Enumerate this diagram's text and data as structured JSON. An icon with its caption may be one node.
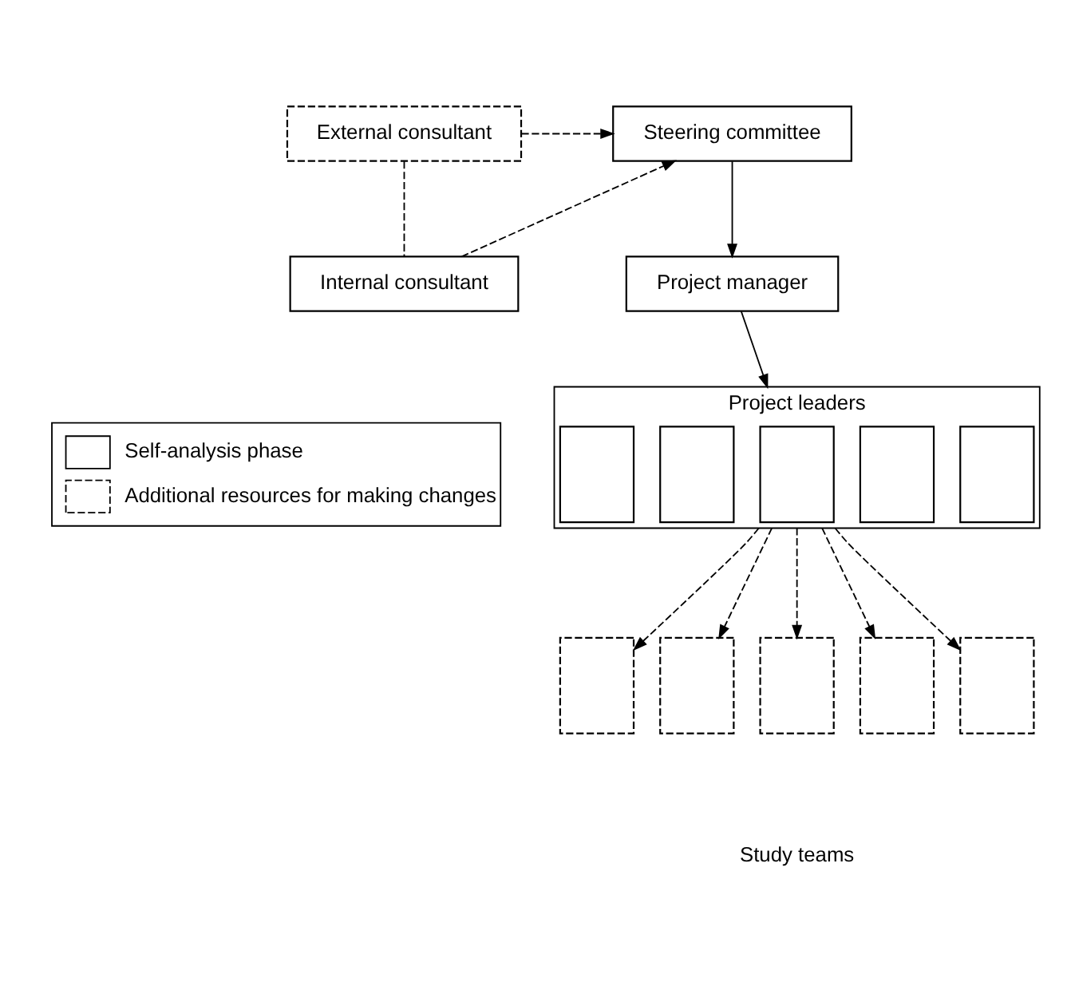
{
  "diagram": {
    "nodes": [
      {
        "text": [
          "Steering committee"
        ]
      },
      {
        "text": [
          "External consultant"
        ]
      },
      {
        "text": [
          "Internal consultant"
        ]
      },
      {
        "text": [
          "Project manager"
        ]
      },
      {
        "text": [
          "Project leaders"
        ]
      },
      {
        "text": [],
        "shape": "box",
        "in": 4
      },
      {
        "text": [],
        "shape": "box",
        "in": 4
      },
      {
        "text": [],
        "shape": "box",
        "in": 4
      },
      {
        "text": [],
        "shape": "box",
        "in": 4
      },
      {
        "text": [],
        "shape": "box",
        "in": 4
      },
      {
        "text": [],
        "shape": "box"
      },
      {
        "text": [],
        "shape": "box"
      },
      {
        "text": [],
        "shape": "box"
      },
      {
        "text": [],
        "shape": "box"
      },
      {
        "text": [],
        "shape": "box"
      }
    ],
    "edges": [
      {
        "from": 1,
        "to": 0,
        "arrow": "to",
        "style": "dashed"
      },
      {
        "from": 2,
        "to": 0,
        "arrow": "to",
        "style": "dashed"
      },
      {
        "from": 1,
        "to": 2,
        "arrow": "none",
        "style": "dashed"
      },
      {
        "from": 0,
        "to": 3,
        "arrow": "to"
      },
      {
        "from": 3,
        "to": 4,
        "arrow": "to"
      },
      {
        "from": 4,
        "to": 10,
        "arrow": "to",
        "style": "dashed"
      },
      {
        "from": 4,
        "to": 11,
        "arrow": "to",
        "style": "dashed"
      },
      {
        "from": 4,
        "to": 12,
        "arrow": "to",
        "style": "dashed"
      },
      {
        "from": 4,
        "to": 13,
        "arrow": "to",
        "style": "dashed"
      },
      {
        "from": 4,
        "to": 14,
        "arrow": "to",
        "style": "dashed"
      }
    ],
    "labels": [
      "Study teams"
    ],
    "legend": [
      {
        "text": "Self-analysis phase"
      },
      {
        "text": "Additional resources for making changes"
      }
    ]
  }
}
